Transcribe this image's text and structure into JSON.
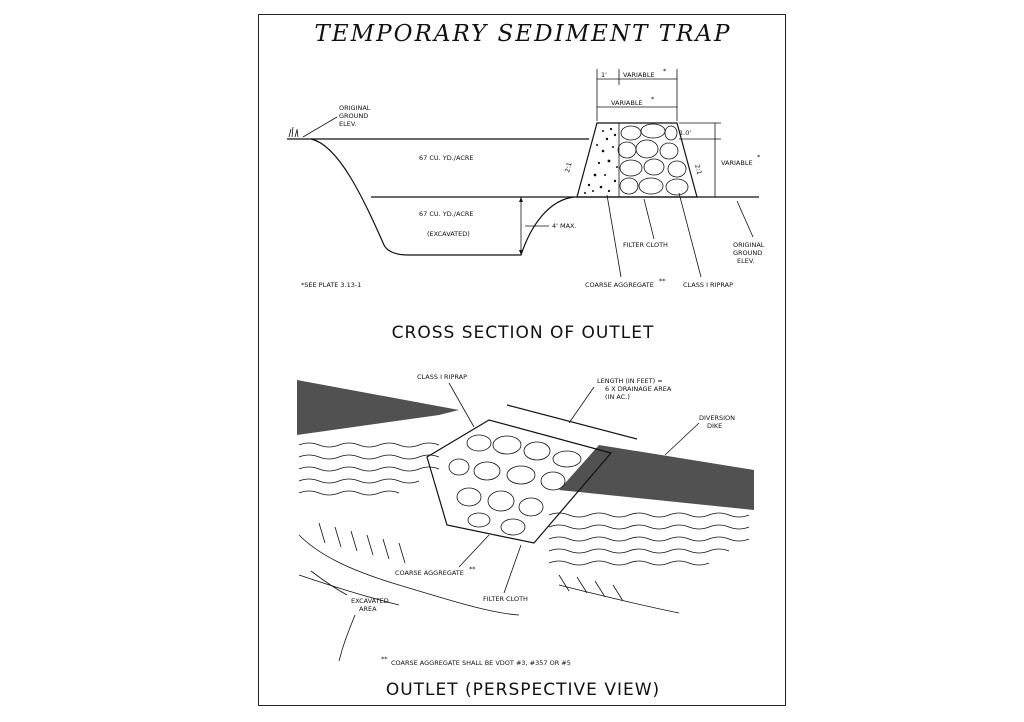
{
  "title": "TEMPORARY SEDIMENT TRAP",
  "cross_section": {
    "heading": "CROSS SECTION OF OUTLET",
    "original_ground_left": [
      "ORIGINAL",
      "GROUND",
      "ELEV."
    ],
    "original_ground_right": [
      "ORIGINAL",
      "GROUND",
      "ELEV."
    ],
    "upper_volume": "67 CU. YD./ACRE",
    "lower_volume": "67 CU. YD./ACRE",
    "excavated": "(EXCAVATED)",
    "max_depth": "4' MAX.",
    "dim_1ft": "1'",
    "dim_variable_top": "VARIABLE",
    "dim_variable_mid": "VARIABLE",
    "dim_1_0": "1.0'",
    "dim_variable_side": "VARIABLE",
    "slope_left": "2:1",
    "slope_right": "2:1",
    "filter_cloth": "FILTER CLOTH",
    "coarse_aggregate": "COARSE AGGREGATE",
    "class_riprap": "CLASS I RIPRAP",
    "see_plate": "*SEE PLATE 3.13-1",
    "asterisk": "*",
    "double_asterisk": "**"
  },
  "perspective": {
    "heading": "OUTLET (PERSPECTIVE VIEW)",
    "class_riprap": "CLASS I RIPRAP",
    "length": [
      "LENGTH (IN FEET) =",
      "6 X DRAINAGE AREA",
      "(IN AC.)"
    ],
    "diversion_dike": [
      "DIVERSION",
      "DIKE"
    ],
    "coarse_aggregate": "COARSE AGGREGATE",
    "filter_cloth": "FILTER CLOTH",
    "excavated_area": [
      "EXCAVATED",
      "AREA"
    ],
    "note": "COARSE AGGREGATE SHALL BE VDOT #3, #357 OR #5",
    "double_asterisk": "**"
  }
}
